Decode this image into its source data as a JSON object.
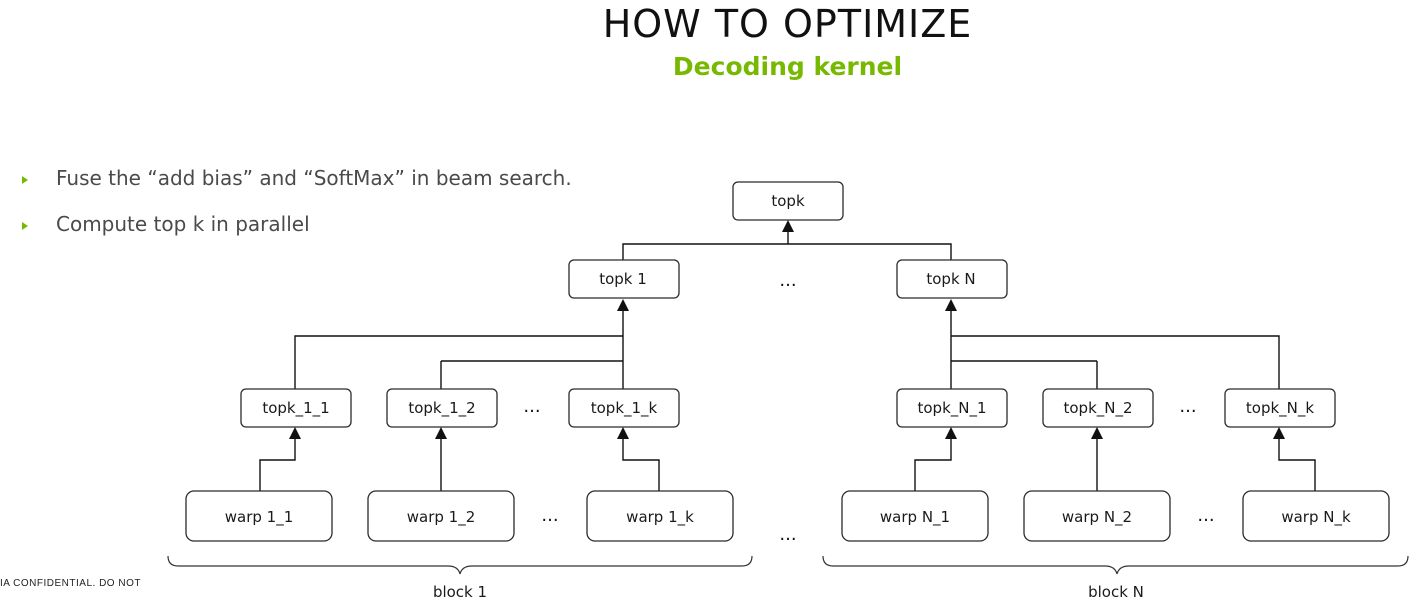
{
  "slide": {
    "title": "HOW TO OPTIMIZE",
    "subtitle": "Decoding kernel",
    "bullets": [
      "Fuse the “add bias” and “SoftMax” in beam search.",
      "Compute top k in parallel"
    ],
    "footer": "IA CONFIDENTIAL. DO NOT"
  },
  "diagram": {
    "root": "topk",
    "level1": [
      "topk 1",
      "topk N"
    ],
    "level2": [
      "topk_1_1",
      "topk_1_2",
      "topk_1_k",
      "topk_N_1",
      "topk_N_2",
      "topk_N_k"
    ],
    "warps": [
      "warp 1_1",
      "warp 1_2",
      "warp 1_k",
      "warp N_1",
      "warp N_2",
      "warp N_k"
    ],
    "ellipsis": "...",
    "blocks": [
      "block 1",
      "block N"
    ]
  },
  "colors": {
    "accent": "#76b900",
    "text": "#1a1a1a",
    "lines": "#111111"
  }
}
